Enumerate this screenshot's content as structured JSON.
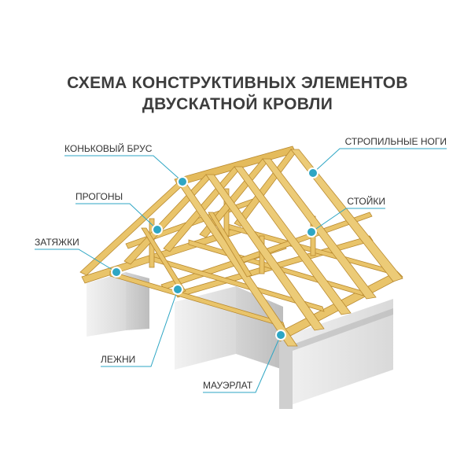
{
  "title": {
    "line1": "СХЕМА КОНСТРУКТИВНЫХ ЭЛЕМЕНТОВ",
    "line2": "ДВУСКАТНОЙ КРОВЛИ"
  },
  "labels": {
    "ridge_beam": "КОНЬКОВЫЙ БРУС",
    "purlins": "ПРОГОНЫ",
    "ties": "ЗАТЯЖКИ",
    "sleepers": "ЛЕЖНИ",
    "rafters": "СТРОПИЛЬНЫЕ НОГИ",
    "posts": "СТОЙКИ",
    "wall_plate": "МАУЭРЛАТ"
  },
  "colors": {
    "wood": "#e9c46a",
    "wood_dark": "#c99a3c",
    "wall": "#e6e6e6",
    "wall_shadow": "#c9c9c9",
    "callout": "#2ea6c4",
    "title": "#3d3d3d"
  }
}
